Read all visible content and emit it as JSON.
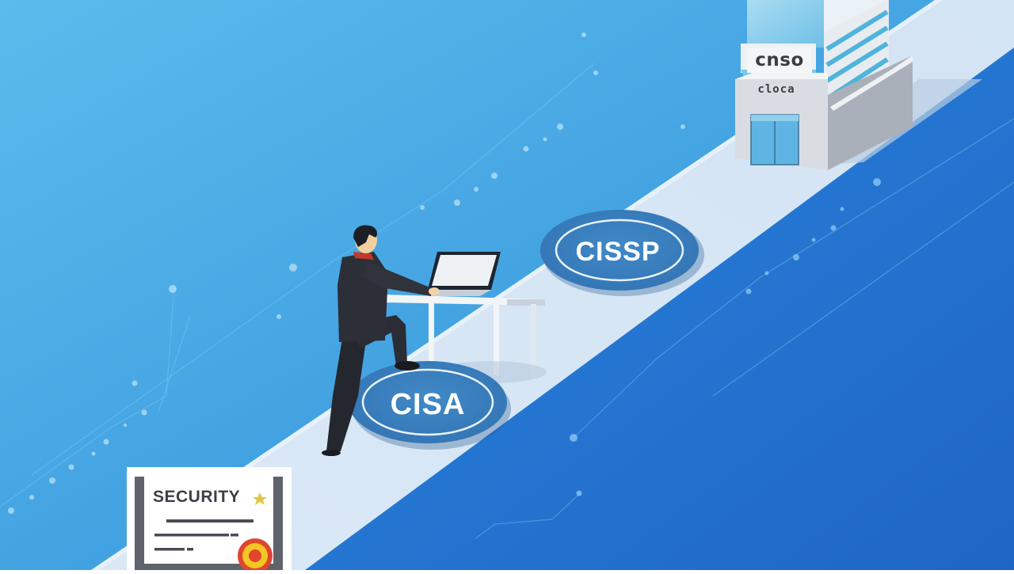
{
  "scene": {
    "description": "Isometric illustration of a businessman climbing a career path of security certifications toward a corporate building",
    "colors": {
      "sky_light": "#5ab8ea",
      "sky_mid": "#3d9fe0",
      "ground_dark": "#2273d0",
      "path": "#d6e6f5",
      "path_edge": "#eaf2fb",
      "badge_fill": "#3a7fbf",
      "badge_ring": "#ffffff",
      "suit": "#2a2d36",
      "skin": "#f2d4a6",
      "building_grey": "#c9ced6",
      "building_side": "#a7aeb8",
      "glass": "#7ec8ea",
      "seal_red": "#e0452e",
      "seal_yellow": "#f3c623"
    }
  },
  "building": {
    "sign_top": "cnso",
    "sign_bottom": "cloca"
  },
  "milestones": [
    {
      "label": "CISSP"
    },
    {
      "label": "CISA"
    }
  ],
  "certificate": {
    "title": "SECURITY"
  }
}
